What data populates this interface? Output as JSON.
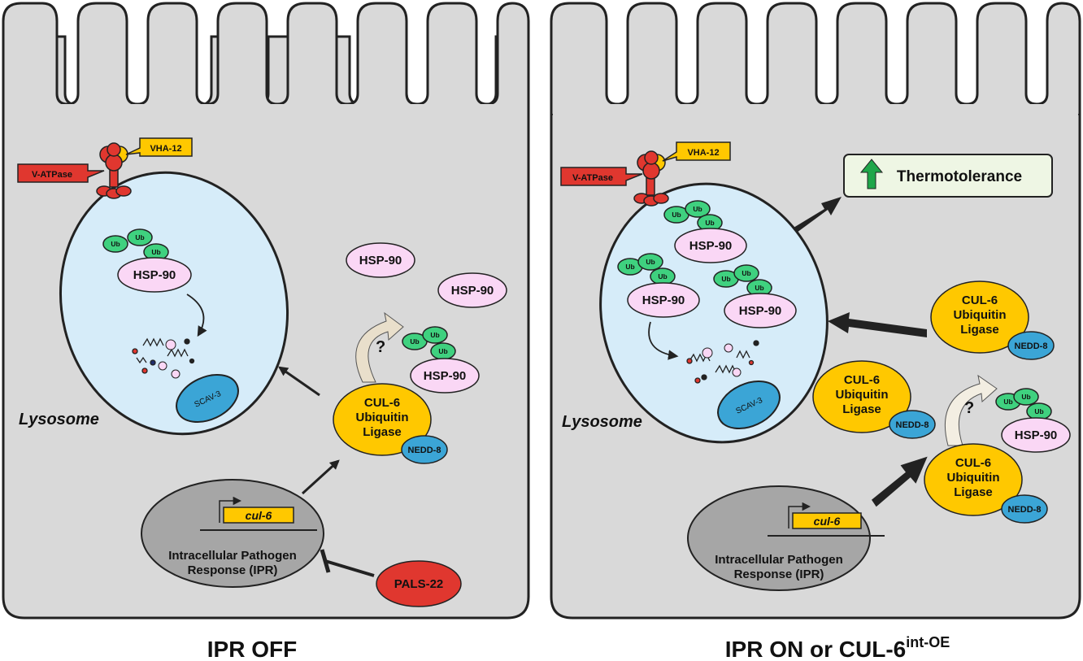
{
  "left_panel": {
    "caption": "IPR OFF",
    "lysosome_label": "Lysosome",
    "scav": "SCAV-3",
    "v_atpase": "V-ATPase",
    "vha12": "VHA-12",
    "hsp90": "HSP-90",
    "ub": "Ub",
    "question": "?",
    "cul6": {
      "line1": "CUL-6",
      "line2": "Ubiquitin",
      "line3": "Ligase"
    },
    "nedd8": "NEDD-8",
    "gene": "cul-6",
    "ipr": {
      "line1": "Intracellular Pathogen",
      "line2": "Response (IPR)"
    },
    "pals22": "PALS-22"
  },
  "right_panel": {
    "caption_main": "IPR ON or CUL-6",
    "caption_sup": "int-OE",
    "lysosome_label": "Lysosome",
    "scav": "SCAV-3",
    "v_atpase": "V-ATPase",
    "vha12": "VHA-12",
    "hsp90": "HSP-90",
    "ub": "Ub",
    "question": "?",
    "cul6": {
      "line1": "CUL-6",
      "line2": "Ubiquitin",
      "line3": "Ligase"
    },
    "nedd8": "NEDD-8",
    "gene": "cul-6",
    "ipr": {
      "line1": "Intracellular Pathogen",
      "line2": "Response (IPR)"
    },
    "thermo": "Thermotolerance"
  },
  "colors": {
    "cell": "#d9d9d9",
    "lysosome": "#d6ecf9",
    "hsp90": "#fad7f5",
    "ub": "#3fd17f",
    "cul6": "#ffc800",
    "nedd8": "#3ba5d6",
    "nucleus": "#a6a6a6",
    "vatpase": "#e0372f",
    "thermo_box": "#eef6e4",
    "up_arrow": "#1fa64a"
  }
}
